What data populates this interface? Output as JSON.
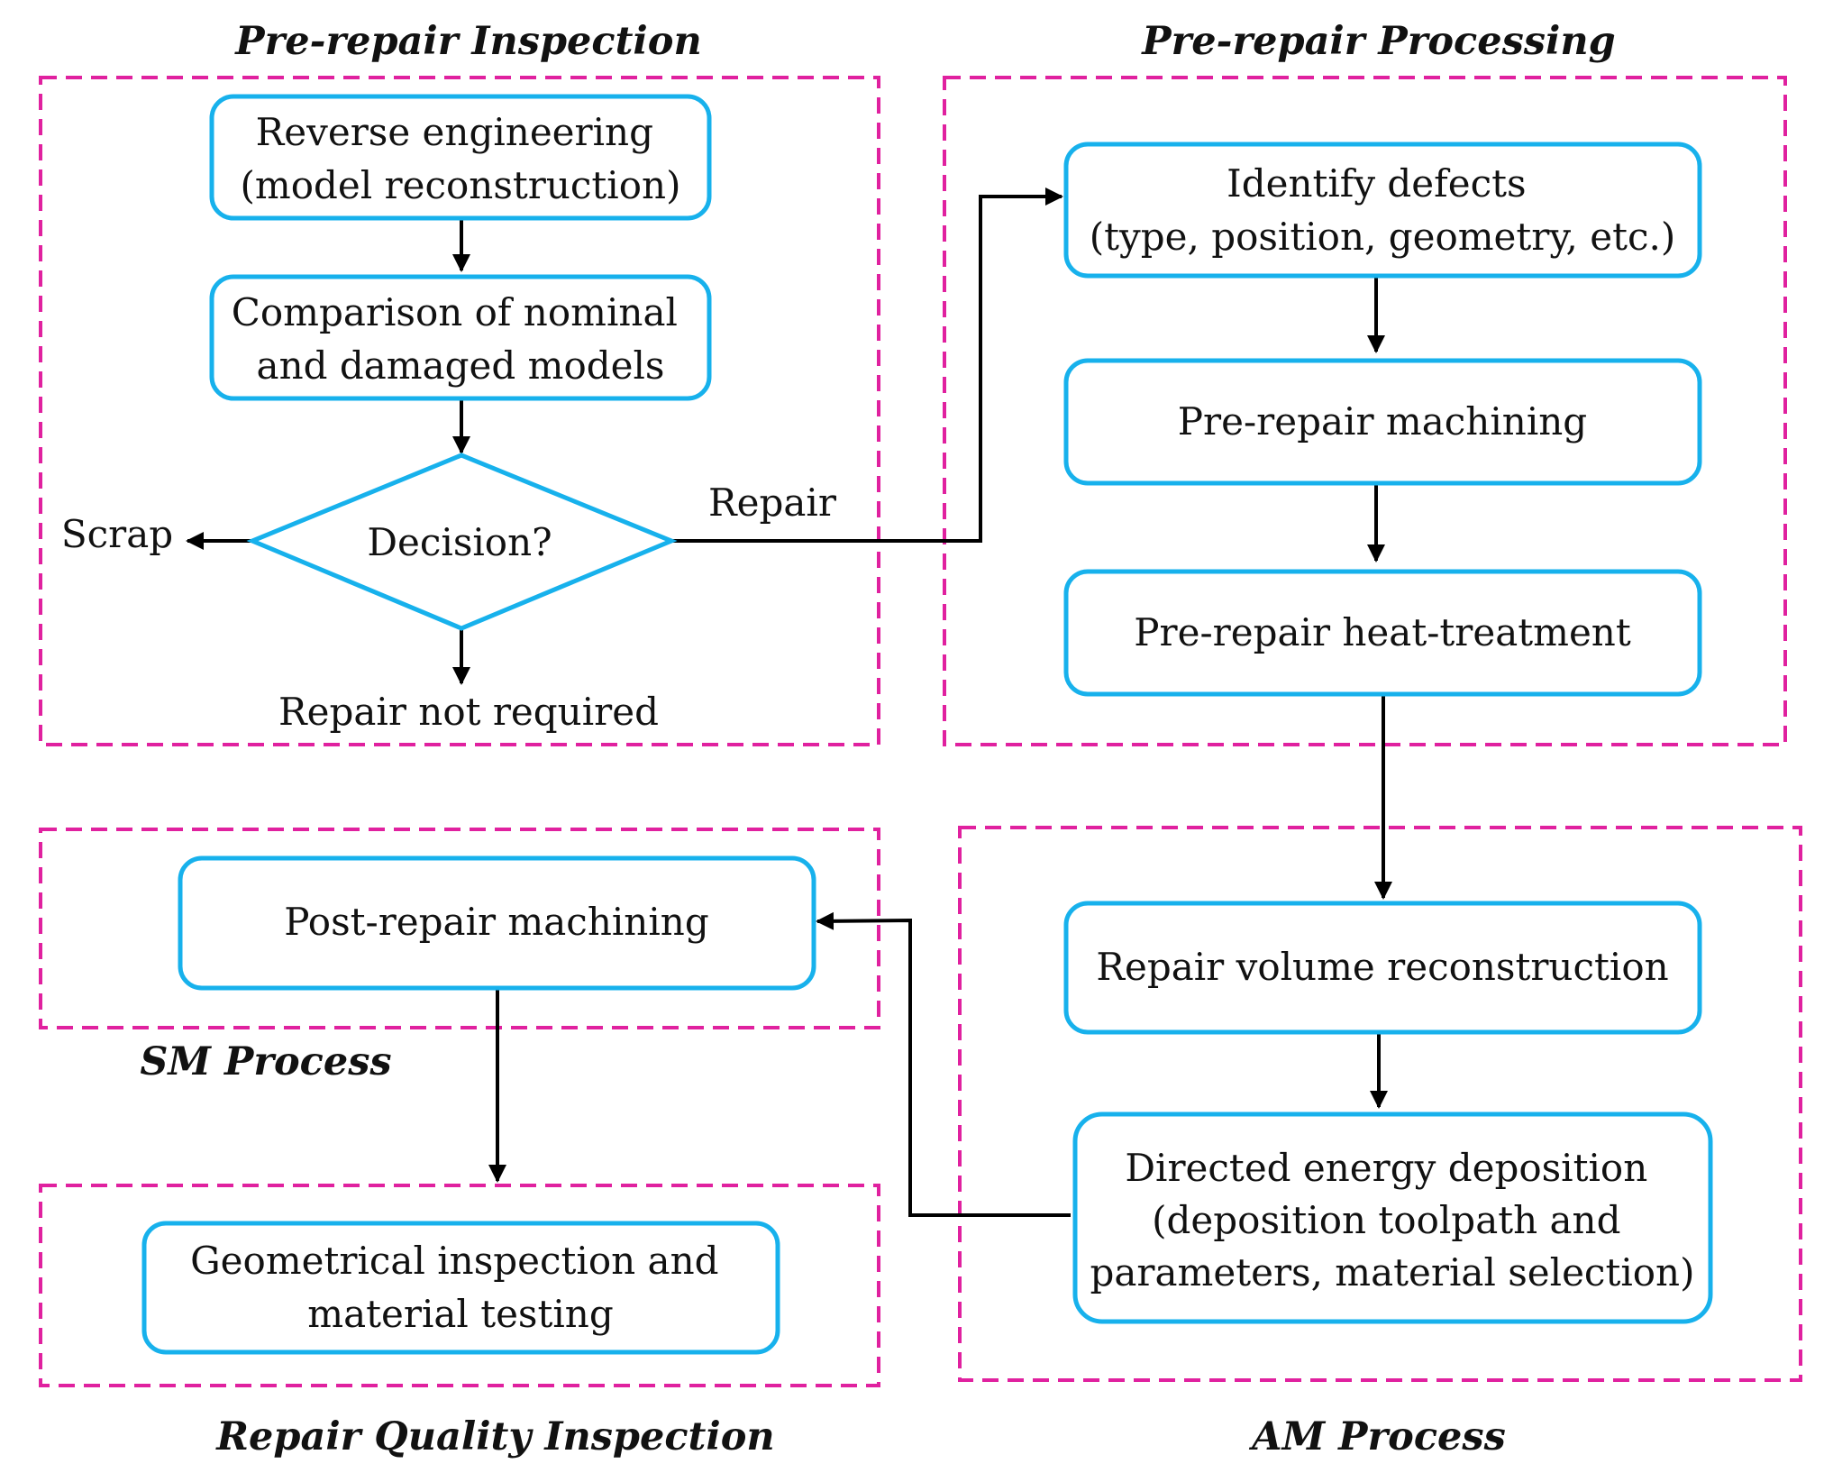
{
  "colors": {
    "group_border": "#e0219f",
    "node_border": "#17b1ec",
    "edge": "#000000",
    "text": "#111111"
  },
  "groups": {
    "pre_repair_inspection": "Pre-repair Inspection",
    "pre_repair_processing": "Pre-repair Processing",
    "sm_process": "SM Process",
    "am_process": "AM Process",
    "repair_quality_inspection": "Repair Quality Inspection"
  },
  "nodes": {
    "reverse_engineering": [
      "Reverse engineering",
      "(model reconstruction)"
    ],
    "comparison": [
      "Comparison of nominal",
      "and damaged models"
    ],
    "decision": "Decision?",
    "identify_defects": [
      "Identify defects",
      "(type, position, geometry, etc.)"
    ],
    "pre_repair_machining": "Pre-repair machining",
    "pre_repair_heat_treatment": "Pre-repair heat-treatment",
    "repair_volume_reconstruction": "Repair volume reconstruction",
    "directed_energy_deposition": [
      "Directed energy deposition",
      "(deposition toolpath and",
      "parameters, material selection)"
    ],
    "post_repair_machining": "Post-repair machining",
    "geometrical_inspection": [
      "Geometrical inspection and",
      "material testing"
    ]
  },
  "outcomes": {
    "scrap": "Scrap",
    "repair": "Repair",
    "repair_not_required": "Repair not required"
  }
}
